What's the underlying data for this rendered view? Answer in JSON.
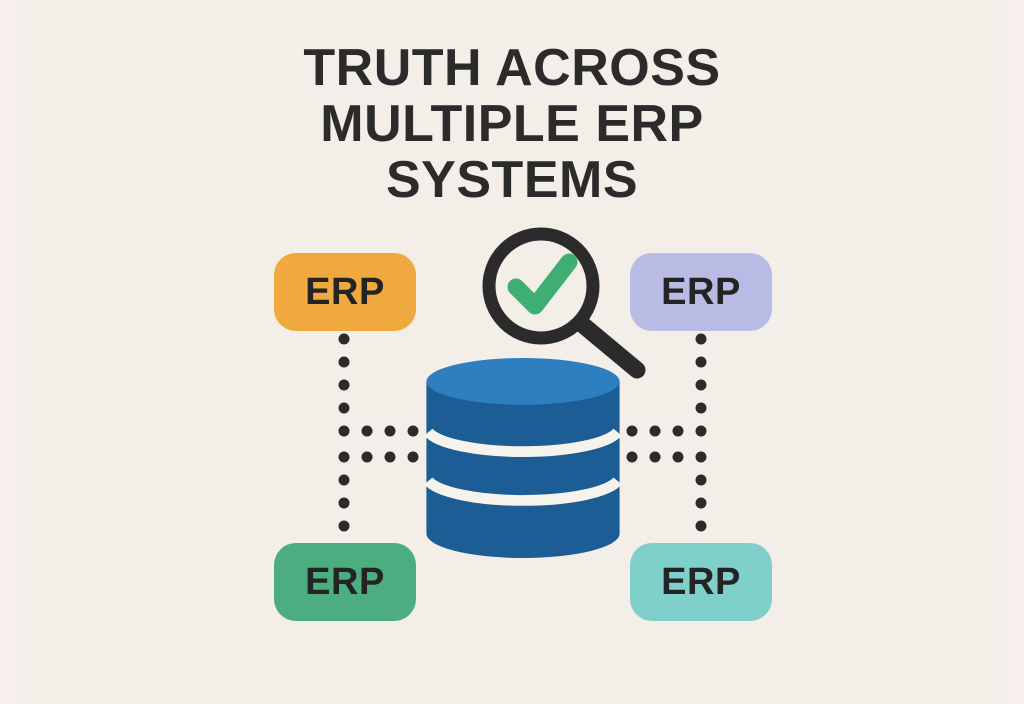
{
  "page": {
    "background_color": "#f7efeb",
    "canvas_color": "#f4eee8"
  },
  "title": {
    "line1": "TRUTH ACROSS",
    "line2": "MULTIPLE ERP",
    "line3": "SYSTEMS",
    "full_text": "TRUTH ACROSS MULTIPLE ERP SYSTEMS",
    "color": "#2b2b2b"
  },
  "systems": [
    {
      "id": "top-left",
      "label": "ERP",
      "color": "#f0a93e",
      "text_color": "#242424"
    },
    {
      "id": "top-right",
      "label": "ERP",
      "color": "#b8bce4",
      "text_color": "#242424"
    },
    {
      "id": "bottom-left",
      "label": "ERP",
      "color": "#4cae80",
      "text_color": "#242424"
    },
    {
      "id": "bottom-right",
      "label": "ERP",
      "color": "#7fcfcb",
      "text_color": "#242424"
    }
  ],
  "database": {
    "name": "central-database",
    "top_color": "#2d7fbf",
    "body_color": "#1c5d96",
    "band_color": "#f6f2ec"
  },
  "magnifier": {
    "name": "magnifier-with-check",
    "ring_color": "#2b2b2b",
    "lens_color": "#f4eee8",
    "check_color": "#3fae74",
    "handle_color": "#2b2b2b"
  },
  "connectors": {
    "dot_color": "#2b2b2b",
    "dot_size": 11,
    "paths": [
      {
        "id": "top-left-connector",
        "from": "top-left",
        "to": "central-database"
      },
      {
        "id": "top-right-connector",
        "from": "top-right",
        "to": "central-database"
      },
      {
        "id": "bottom-left-connector",
        "from": "bottom-left",
        "to": "central-database"
      },
      {
        "id": "bottom-right-connector",
        "from": "bottom-right",
        "to": "central-database"
      }
    ]
  }
}
